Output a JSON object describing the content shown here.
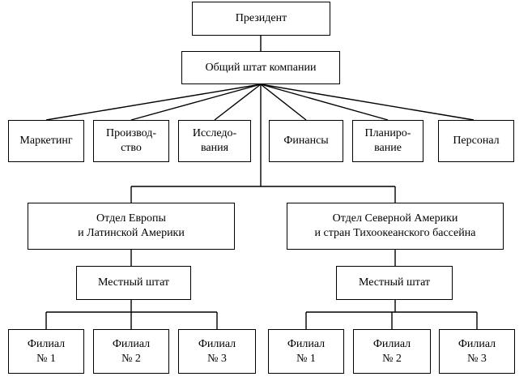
{
  "president": "Президент",
  "general_staff": "Общий штат компании",
  "departments": [
    "Маркетинг",
    "Производ-\nство",
    "Исследо-\nвания",
    "Финансы",
    "Планиро-\nвание",
    "Персонал"
  ],
  "divisions": [
    {
      "title": "Отдел Европы\nи Латинской Америки",
      "local_staff": "Местный штат",
      "branches": [
        "Филиал\n№ 1",
        "Филиал\n№ 2",
        "Филиал\n№ 3"
      ]
    },
    {
      "title": "Отдел Северной Америки\nи стран Тихоокеанского бассейна",
      "local_staff": "Местный штат",
      "branches": [
        "Филиал\n№ 1",
        "Филиал\n№ 2",
        "Филиал\n№ 3"
      ]
    }
  ]
}
